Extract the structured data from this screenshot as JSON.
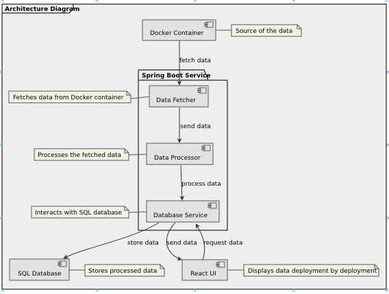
{
  "diagram": {
    "title": "Architecture Diagram",
    "package_title": "Spring Boot Service",
    "components": {
      "docker": "Docker Container",
      "fetcher": "Data Fetcher",
      "processor": "Data Processor",
      "dbservice": "Database Service",
      "sqldb": "SQL Database",
      "reactui": "React UI"
    },
    "notes": {
      "docker": "Source of the data",
      "fetcher": "Fetches data from Docker container",
      "processor": "Processes the fetched data",
      "dbservice": "Interacts with SQL database",
      "sqldb": "Stores processed data",
      "reactui": "Displays data deployment by deployment"
    },
    "edges": {
      "fetch": "fetch data",
      "send1": "send data",
      "process": "process data",
      "store": "store data",
      "send2": "send data",
      "request": "request data"
    }
  },
  "colors": {
    "background": "#eeeeee",
    "component_fill": "#e2e2e2",
    "note_fill": "#f1f1e4",
    "stroke": "#222222",
    "handle": "#5aa0d8"
  }
}
